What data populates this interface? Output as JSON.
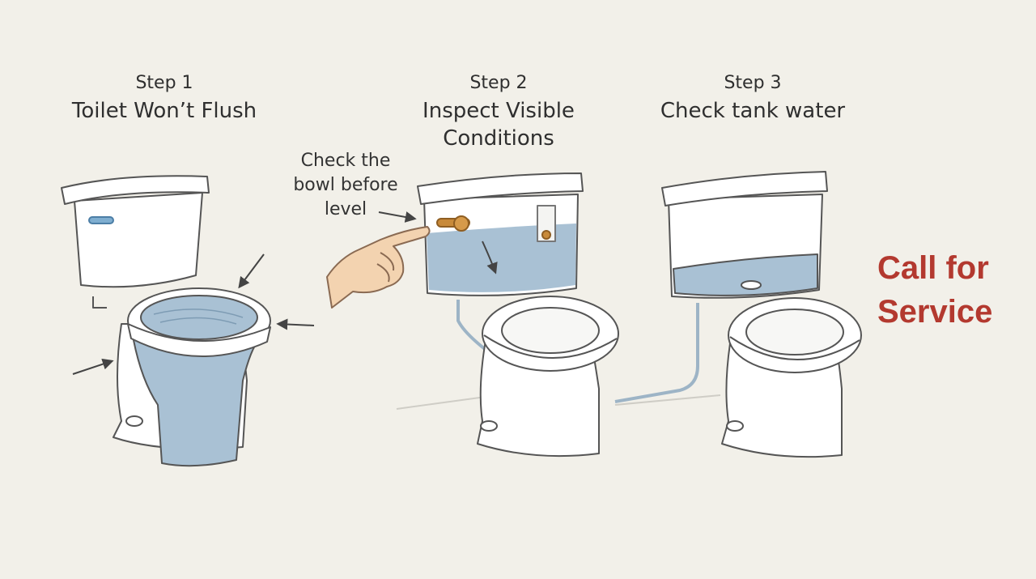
{
  "steps": [
    {
      "number": "Step 1",
      "title": "Toilet Won’t Flush"
    },
    {
      "number": "Step 2",
      "title_line1": "Inspect Visible",
      "title_line2": "Conditions"
    },
    {
      "number": "Step 3",
      "title": "Check tank water"
    }
  ],
  "annotation": {
    "line1": "Check the",
    "line2": "bowl  before",
    "line3": "level"
  },
  "call_to_action": {
    "line1": "Call for",
    "line2": "Service",
    "color": "#b3392f"
  },
  "colors": {
    "background": "#f2f0e9",
    "water": "#a9c1d4",
    "porcelain": "#ffffff",
    "outline": "#555555",
    "lever": "#c88a3a",
    "skin": "#f3d3b0"
  }
}
